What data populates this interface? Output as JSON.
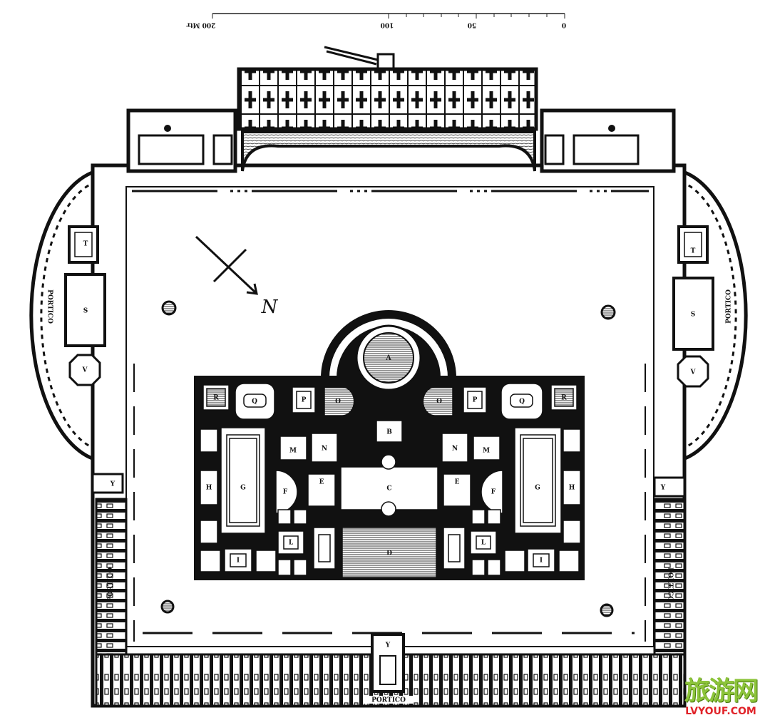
{
  "title": "Plan of the Baths (thermae) with surrounding enclosure",
  "scale_bar": {
    "labels": [
      "0",
      "50",
      "100",
      "200 Mtr"
    ],
    "unit": "Mtr"
  },
  "north_label": "N",
  "labels": {
    "A": "A",
    "B": "B",
    "C": "C",
    "D": "D",
    "E": "E",
    "F": "F",
    "G": "G",
    "H": "H",
    "I": "I",
    "L": "L",
    "M": "M",
    "N": "N",
    "O": "O",
    "P": "P",
    "Q": "Q",
    "R": "R",
    "S": "S",
    "T": "T",
    "V": "V",
    "Y": "Y"
  },
  "portico_label": "PORTICO",
  "watermark": {
    "chinese": "旅游网",
    "domain": "LVYOUF.COM",
    "colors": {
      "chinese": "#8cc43a",
      "domain": "#e0242a"
    }
  }
}
